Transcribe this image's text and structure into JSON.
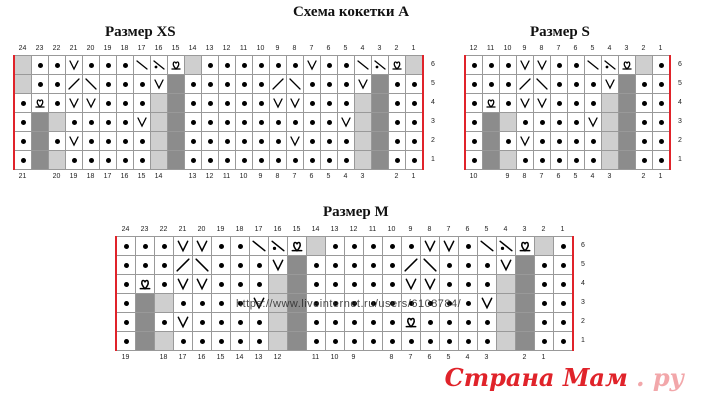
{
  "title": "Схема кокетки А",
  "watermark": "https://www.liveinternet.ru/users/6108784/",
  "brand": {
    "main": "Страна Мам",
    "suffix": ". ру"
  },
  "charts": [
    {
      "id": "xs",
      "name": "Размер XS",
      "top_labels": [
        "24",
        "23",
        "22",
        "21",
        "20",
        "19",
        "18",
        "17",
        "16",
        "15",
        "14",
        "13",
        "12",
        "11",
        "10",
        "9",
        "8",
        "7",
        "6",
        "5",
        "4",
        "3",
        "2",
        "1"
      ],
      "bottom_labels": [
        "21",
        "",
        "20",
        "19",
        "18",
        "17",
        "16",
        "15",
        "14",
        "",
        "13",
        "12",
        "11",
        "10",
        "9",
        "8",
        "7",
        "6",
        "5",
        "4",
        "3",
        "",
        "2",
        "1"
      ],
      "row_labels": [
        "6",
        "5",
        "4",
        "3",
        "2",
        "1"
      ],
      "rows": [
        [
          "g",
          "wd",
          "wd",
          "wv",
          "wd",
          "wd",
          "wd",
          "wl",
          "wyd",
          "wc",
          "g",
          "wd",
          "wd",
          "wd",
          "wd",
          "wd",
          "wd",
          "wv",
          "wd",
          "wd",
          "wl",
          "wyd",
          "wc",
          "g",
          "wd",
          "wd"
        ],
        [
          "g",
          "wd",
          "wd",
          "wyl",
          "wyr",
          "wd",
          "wd",
          "wd",
          "wv",
          "d",
          "wd",
          "wd",
          "wd",
          "wd",
          "wd",
          "wyl",
          "wyr",
          "wd",
          "wd",
          "wd",
          "wv",
          "d",
          "wd",
          "wd"
        ],
        [
          "wd",
          "wc",
          "wd",
          "wv",
          "wv",
          "wd",
          "wd",
          "wd",
          "g",
          "d",
          "wd",
          "wd",
          "wd",
          "wd",
          "wd",
          "wv",
          "wv",
          "wd",
          "wd",
          "wd",
          "g",
          "d",
          "wd",
          "wd"
        ],
        [
          "wd",
          "d",
          "g",
          "wd",
          "wd",
          "wd",
          "wd",
          "wv",
          "g",
          "d",
          "wd",
          "wd",
          "wd",
          "wd",
          "wd",
          "wd",
          "wd",
          "wd",
          "wd",
          "wv",
          "g",
          "d",
          "wd",
          "wd"
        ],
        [
          "wd",
          "d",
          "wd",
          "wv",
          "wd",
          "wd",
          "wd",
          "wd",
          "g",
          "d",
          "wd",
          "wd",
          "wd",
          "wd",
          "wd",
          "wd",
          "wv",
          "wd",
          "wd",
          "wd",
          "g",
          "d",
          "wd",
          "wd"
        ],
        [
          "wd",
          "d",
          "g",
          "wd",
          "wd",
          "wd",
          "wd",
          "wd",
          "g",
          "d",
          "wd",
          "wd",
          "wd",
          "wd",
          "wd",
          "wd",
          "wd",
          "wd",
          "wd",
          "wd",
          "g",
          "d",
          "wd",
          "wd"
        ]
      ]
    },
    {
      "id": "s",
      "name": "Размер S",
      "top_labels": [
        "12",
        "11",
        "10",
        "9",
        "8",
        "7",
        "6",
        "5",
        "4",
        "3",
        "2",
        "1"
      ],
      "bottom_labels": [
        "10",
        "",
        "9",
        "8",
        "7",
        "6",
        "5",
        "4",
        "3",
        "",
        "2",
        "1"
      ],
      "row_labels": [
        "6",
        "5",
        "4",
        "3",
        "2",
        "1"
      ],
      "rows": [
        [
          "wd",
          "wd",
          "wd",
          "wv",
          "wv",
          "wd",
          "wd",
          "wl",
          "wyd",
          "wc",
          "g",
          "wd",
          "wd"
        ],
        [
          "wd",
          "wd",
          "wd",
          "wyl",
          "wyr",
          "wd",
          "wd",
          "wd",
          "wv",
          "d",
          "wd",
          "wd"
        ],
        [
          "wd",
          "wc",
          "wd",
          "wv",
          "wv",
          "wd",
          "wd",
          "wd",
          "g",
          "d",
          "wd",
          "wd"
        ],
        [
          "wd",
          "d",
          "g",
          "wd",
          "wd",
          "wd",
          "wd",
          "wv",
          "g",
          "d",
          "wd",
          "wd"
        ],
        [
          "wd",
          "d",
          "wd",
          "wv",
          "wd",
          "wd",
          "wd",
          "wd",
          "g",
          "d",
          "wd",
          "wd"
        ],
        [
          "wd",
          "d",
          "g",
          "wd",
          "wd",
          "wd",
          "wd",
          "wd",
          "g",
          "d",
          "wd",
          "wd"
        ]
      ]
    },
    {
      "id": "m",
      "name": "Размер M",
      "top_labels": [
        "24",
        "23",
        "22",
        "21",
        "20",
        "19",
        "18",
        "17",
        "16",
        "15",
        "14",
        "13",
        "12",
        "11",
        "10",
        "9",
        "8",
        "7",
        "6",
        "5",
        "4",
        "3",
        "2",
        "1"
      ],
      "bottom_labels": [
        "19",
        "",
        "18",
        "17",
        "16",
        "15",
        "14",
        "13",
        "12",
        "",
        "11",
        "10",
        "9",
        "",
        "8",
        "7",
        "6",
        "5",
        "4",
        "3",
        "",
        "2",
        "1",
        ""
      ],
      "row_labels": [
        "6",
        "5",
        "4",
        "3",
        "2",
        "1"
      ],
      "rows": [
        [
          "wd",
          "wd",
          "wd",
          "wv",
          "wv",
          "wd",
          "wd",
          "wl",
          "wyd",
          "wc",
          "g",
          "wd",
          "wd",
          "wd",
          "wd",
          "wd",
          "wv",
          "wv",
          "wd",
          "wl",
          "wyd",
          "wc",
          "g",
          "wd"
        ],
        [
          "wd",
          "wd",
          "wd",
          "wyl",
          "wyr",
          "wd",
          "wd",
          "wd",
          "wv",
          "d",
          "wd",
          "wd",
          "wd",
          "wd",
          "wd",
          "wyl",
          "wyr",
          "wd",
          "wd",
          "wd",
          "wv",
          "d",
          "wd",
          "wd"
        ],
        [
          "wd",
          "wc",
          "wd",
          "wv",
          "wv",
          "wd",
          "wd",
          "wd",
          "g",
          "d",
          "wd",
          "wd",
          "wd",
          "wd",
          "wd",
          "wv",
          "wv",
          "wd",
          "wd",
          "wd",
          "g",
          "d",
          "wd",
          "wd"
        ],
        [
          "wd",
          "d",
          "g",
          "wd",
          "wd",
          "wd",
          "wd",
          "wv",
          "g",
          "d",
          "wd",
          "wd",
          "wd",
          "wd",
          "wd",
          "wd",
          "wd",
          "wd",
          "wd",
          "wv",
          "g",
          "d",
          "wd",
          "wd"
        ],
        [
          "wd",
          "d",
          "wd",
          "wv",
          "wd",
          "wd",
          "wd",
          "wd",
          "g",
          "d",
          "wd",
          "wd",
          "wd",
          "wd",
          "wd",
          "wc",
          "wd",
          "wd",
          "wd",
          "wd",
          "g",
          "d",
          "wd",
          "wd"
        ],
        [
          "wd",
          "d",
          "g",
          "wd",
          "wd",
          "wd",
          "wd",
          "wd",
          "g",
          "d",
          "wd",
          "wd",
          "wd",
          "wd",
          "wd",
          "wd",
          "wd",
          "wd",
          "wd",
          "wd",
          "g",
          "d",
          "wd",
          "wd"
        ]
      ]
    }
  ]
}
